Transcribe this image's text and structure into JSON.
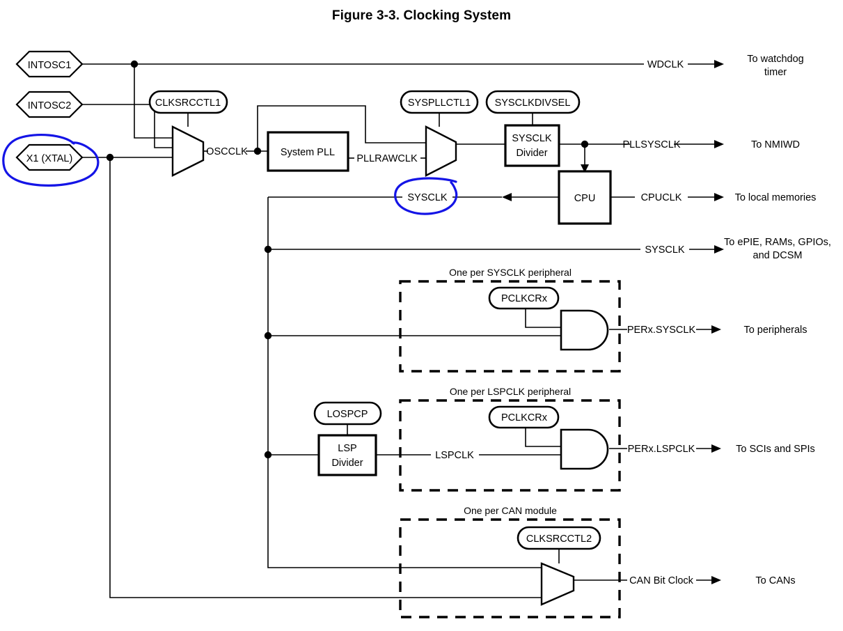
{
  "figure": {
    "title": "Figure 3-3. Clocking System"
  },
  "sources": [
    {
      "name": "intosc1",
      "label": "INTOSC1"
    },
    {
      "name": "intosc2",
      "label": "INTOSC2"
    },
    {
      "name": "x1-xtal",
      "label": "X1 (XTAL)"
    }
  ],
  "control_registers": [
    {
      "name": "clksrcctl1",
      "label": "CLKSRCCTL1"
    },
    {
      "name": "syspllctl1",
      "label": "SYSPLLCTL1"
    },
    {
      "name": "sysclkdivsel",
      "label": "SYSCLKDIVSEL"
    },
    {
      "name": "pclkcrx-sysclk",
      "label": "PCLKCRx"
    },
    {
      "name": "lospcp",
      "label": "LOSPCP"
    },
    {
      "name": "pclkcrx-lspclk",
      "label": "PCLKCRx"
    },
    {
      "name": "clksrcctl2",
      "label": "CLKSRCCTL2"
    }
  ],
  "blocks": [
    {
      "name": "system-pll",
      "label": "System PLL"
    },
    {
      "name": "sysclk-divider",
      "line1": "SYSCLK",
      "line2": "Divider"
    },
    {
      "name": "cpu",
      "label": "CPU"
    },
    {
      "name": "lsp-divider",
      "line1": "LSP",
      "line2": "Divider"
    }
  ],
  "signals": {
    "oscclk": "OSCCLK",
    "pllrawclk": "PLLRAWCLK",
    "wdclk": "WDCLK",
    "pllsysclk": "PLLSYSCLK",
    "cpuclk": "CPUCLK",
    "sysclk_cpu": "SYSCLK",
    "sysclk_bus": "SYSCLK",
    "lspclk": "LSPCLK",
    "per_sysclk": "PERx.SYSCLK",
    "per_lspclk": "PERx.LSPCLK",
    "can_bit_clock": "CAN Bit Clock"
  },
  "destinations": {
    "watchdog_line1": "To watchdog",
    "watchdog_line2": "timer",
    "nmiwd": "To NMIWD",
    "local_memories": "To local memories",
    "epie_line1": "To ePIE, RAMs, GPIOs,",
    "epie_line2": "and DCSM",
    "peripherals": "To peripherals",
    "scis_spis": "To SCIs and SPIs",
    "cans": "To CANs"
  },
  "group_notes": {
    "sysclk_peripheral": "One per SYSCLK peripheral",
    "lspclk_peripheral": "One per LSPCLK peripheral",
    "can_module": "One per CAN module"
  },
  "annotations": {
    "ink_color": "#1414e6",
    "circled": [
      "X1 (XTAL)",
      "SYSCLK"
    ]
  },
  "colors": {
    "background": "#ffffff",
    "line": "#000000",
    "text": "#000000",
    "ink": "#1414e6"
  }
}
